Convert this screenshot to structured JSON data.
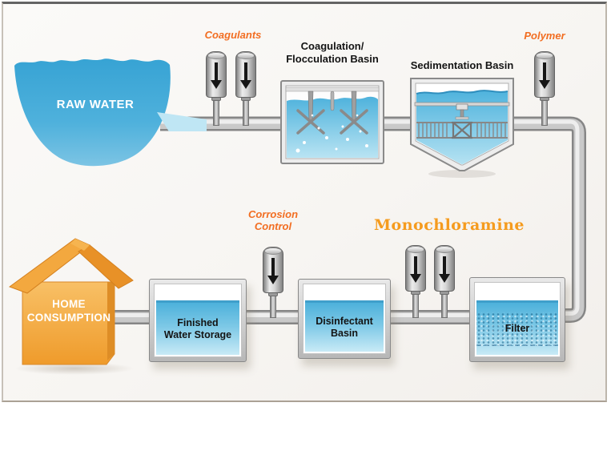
{
  "diagram": {
    "labels": {
      "raw_water": "RAW WATER",
      "coagulants": "Coagulants",
      "coag_floc_line1": "Coagulation/",
      "coag_floc_line2": "Flocculation Basin",
      "sedimentation": "Sedimentation Basin",
      "polymer": "Polymer",
      "monochloramine": "Monochloramine",
      "corrosion_line1": "Corrosion",
      "corrosion_line2": "Control",
      "disinfectant_line1": "Disinfectant",
      "disinfectant_line2": "Basin",
      "filter": "Filter",
      "finished_line1": "Finished",
      "finished_line2": "Water Storage",
      "home_line1": "HOME",
      "home_line2": "CONSUMPTION"
    },
    "icons": {
      "injector_arrow": "down-arrow-icon"
    },
    "colors": {
      "chemical_label_orange": "#f26e22",
      "monochloramine_orange": "#f59b1e",
      "water_blue": "#49aed9",
      "water_blue_light": "#c9eaf6",
      "raw_water_blue": "#3ba7d7",
      "pipe_gray": "#9a9a9a",
      "house_orange": "#f2a238",
      "basin_label_black": "#141414"
    }
  }
}
